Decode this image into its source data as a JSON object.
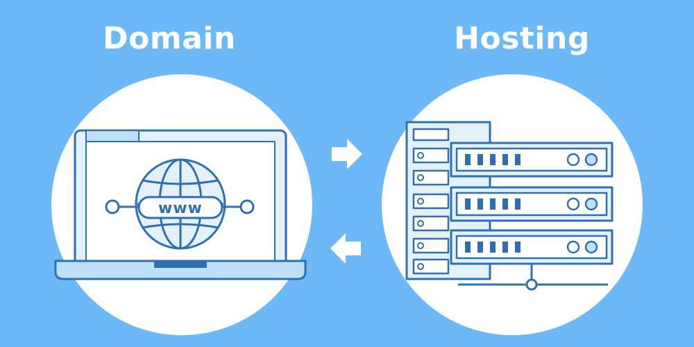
{
  "labels": {
    "domain": "Domain",
    "hosting": "Hosting",
    "www": "www"
  },
  "colors": {
    "background": "#6db8f7",
    "circle": "#ffffff",
    "line": "#2e6fb2",
    "fill_light": "#e3f1fd",
    "fill_mid": "#bfe0fb",
    "accent": "#2e6fb2"
  },
  "icons": {
    "left": "laptop-globe-icon",
    "right": "server-rack-icon",
    "arrow_right": "arrow-right-icon",
    "arrow_left": "arrow-left-icon"
  }
}
